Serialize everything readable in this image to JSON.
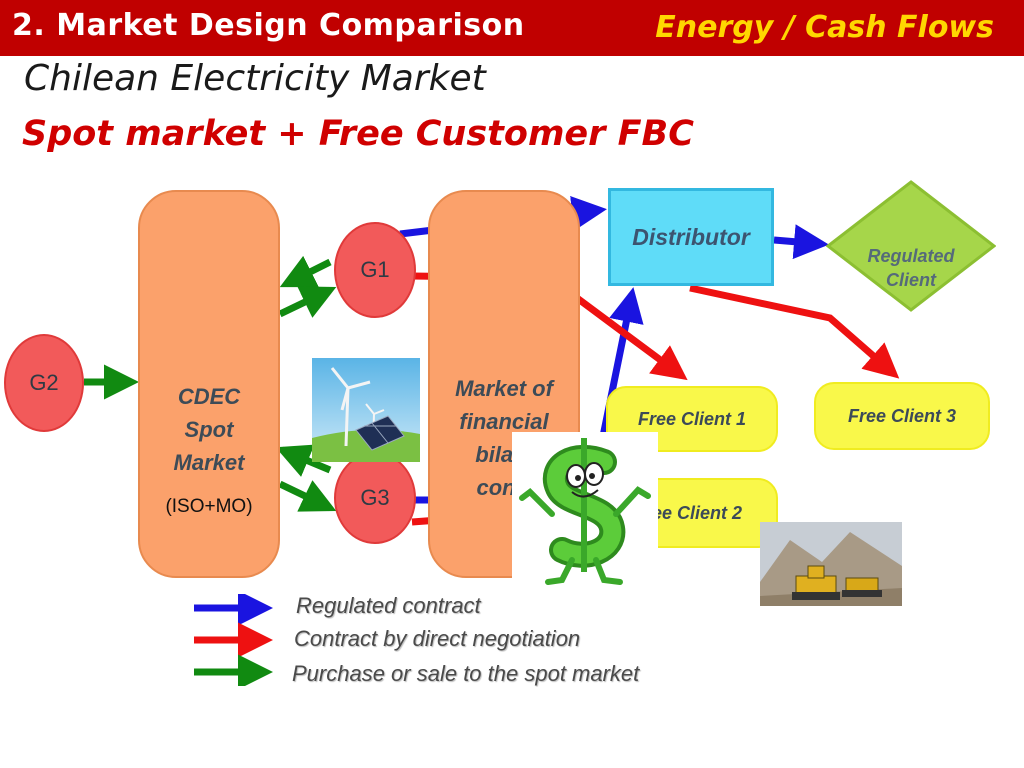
{
  "header": {
    "left_title": "2. Market Design Comparison",
    "right_title": "Energy / Cash Flows"
  },
  "title": "Chilean Electricity Market",
  "subtitle": "Spot market + Free Customer FBC",
  "diagram": {
    "spot_market": {
      "line1": "CDEC",
      "line2": "Spot",
      "line3": "Market",
      "note": "(ISO+MO)"
    },
    "financial_market": {
      "line1": "Market of",
      "line2": "financial",
      "line3": "bilate",
      "line4": "contr"
    },
    "generators": {
      "g1": "G1",
      "g2": "G2",
      "g3": "G3"
    },
    "distributor": "Distributor",
    "regulated_client": {
      "line1": "Regulated",
      "line2": "Client"
    },
    "free_clients": {
      "c1": "Free Client 1",
      "c2": "ee Client 2",
      "c3": "Free Client 3"
    }
  },
  "legend": {
    "regulated": "Regulated contract",
    "direct": "Contract by direct negotiation",
    "spot": "Purchase or sale to the spot market"
  },
  "colors": {
    "header_bg": "#c00000",
    "accent_yellow": "#ffd700",
    "regulated_arrow": "#1a14e0",
    "direct_arrow": "#ee1111",
    "spot_arrow": "#118a11"
  },
  "icons": {
    "renewables": "wind-turbine-and-solar-panel-picture",
    "money": "dollar-sign-mascot-picture",
    "mining": "bulldozer-mining-picture"
  }
}
